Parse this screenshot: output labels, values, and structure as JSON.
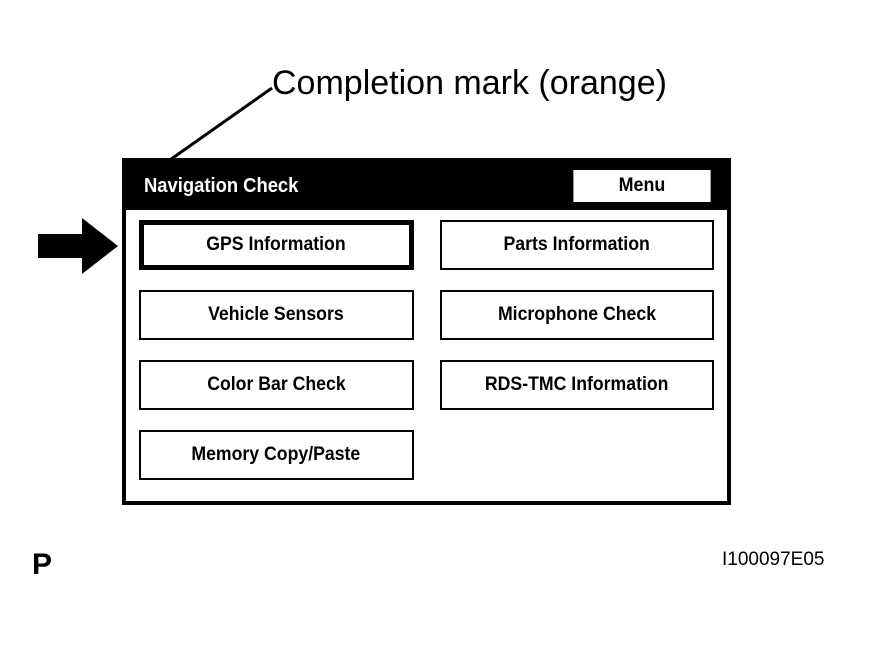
{
  "annotation": {
    "caption": "Completion mark (orange)",
    "leader_line": "leader-line",
    "pointer_arrow_icon": "right-arrow-icon"
  },
  "screen": {
    "header": {
      "title": "Navigation Check",
      "menu_button_label": "Menu"
    },
    "menu_items": [
      {
        "label": "GPS Information",
        "column": "left",
        "row": 1,
        "selected": true
      },
      {
        "label": "Parts Information",
        "column": "right",
        "row": 1,
        "selected": false
      },
      {
        "label": "Vehicle Sensors",
        "column": "left",
        "row": 2,
        "selected": false
      },
      {
        "label": "Microphone Check",
        "column": "right",
        "row": 2,
        "selected": false
      },
      {
        "label": "Color Bar Check",
        "column": "left",
        "row": 3,
        "selected": false
      },
      {
        "label": "RDS-TMC Information",
        "column": "right",
        "row": 3,
        "selected": false
      },
      {
        "label": "Memory Copy/Paste",
        "column": "left",
        "row": 4,
        "selected": false
      }
    ]
  },
  "footer": {
    "page_marker": "P",
    "figure_code": "I100097E05"
  },
  "colors": {
    "background": "#ffffff",
    "foreground": "#000000",
    "header_bar": "#000000",
    "header_text": "#ffffff"
  }
}
